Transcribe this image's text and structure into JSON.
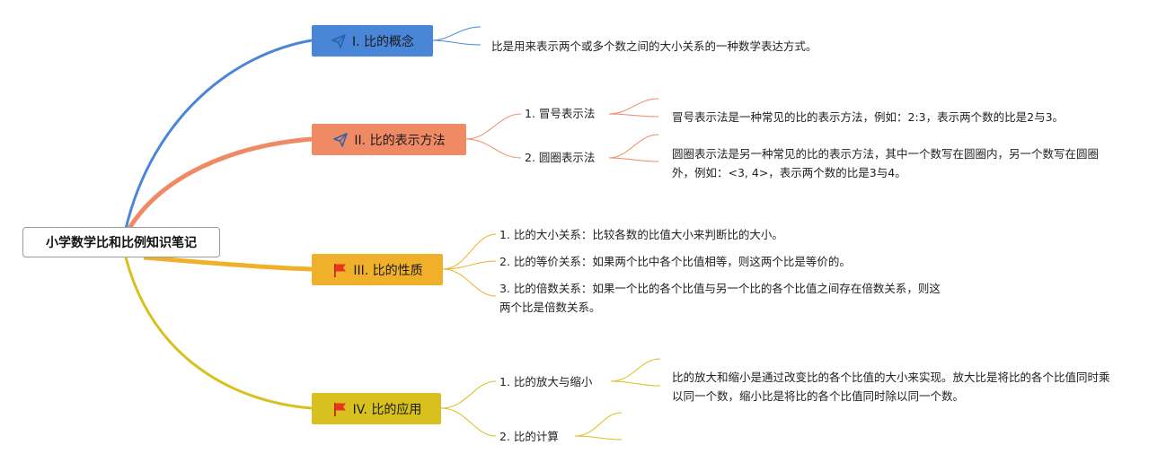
{
  "root": {
    "label": "小学数学比和比例知识笔记"
  },
  "branches": [
    {
      "label": "I. 比的概念",
      "icon": "paper-plane-icon",
      "color": "#4a86d8",
      "text": "比是用来表示两个或多个数之间的大小关系的一种数学表达方式。"
    },
    {
      "label": "II. 比的表示方法",
      "icon": "paper-plane-icon",
      "color": "#f08a64",
      "items": [
        {
          "label": "1. 冒号表示法",
          "text": "冒号表示法是一种常见的比的表示方法，例如：2:3，表示两个数的比是2与3。"
        },
        {
          "label": "2. 圆圈表示法",
          "text": "圆圈表示法是另一种常见的比的表示方法，其中一个数写在圆圈内，另一个数写在圆圈外，例如：<3, 4>，表示两个数的比是3与4。"
        }
      ]
    },
    {
      "label": "III. 比的性质",
      "icon": "red-flag-icon",
      "color": "#f0b02a",
      "items": [
        {
          "label": "1. 比的大小关系：比较各数的比值大小来判断比的大小。"
        },
        {
          "label": "2. 比的等价关系：如果两个比中各个比值相等，则这两个比是等价的。"
        },
        {
          "label": "3. 比的倍数关系：如果一个比的各个比值与另一个比的各个比值之间存在倍数关系，则这两个比是倍数关系。"
        }
      ]
    },
    {
      "label": "IV. 比的应用",
      "icon": "red-flag-icon",
      "color": "#d8c01e",
      "items": [
        {
          "label": "1. 比的放大与缩小",
          "text": "比的放大和缩小是通过改变比的各个比值的大小来实现。放大比是将比的各个比值同时乘以同一个数，缩小比是将比的各个比值同时除以同一个数。"
        },
        {
          "label": "2. 比的计算"
        }
      ]
    }
  ]
}
